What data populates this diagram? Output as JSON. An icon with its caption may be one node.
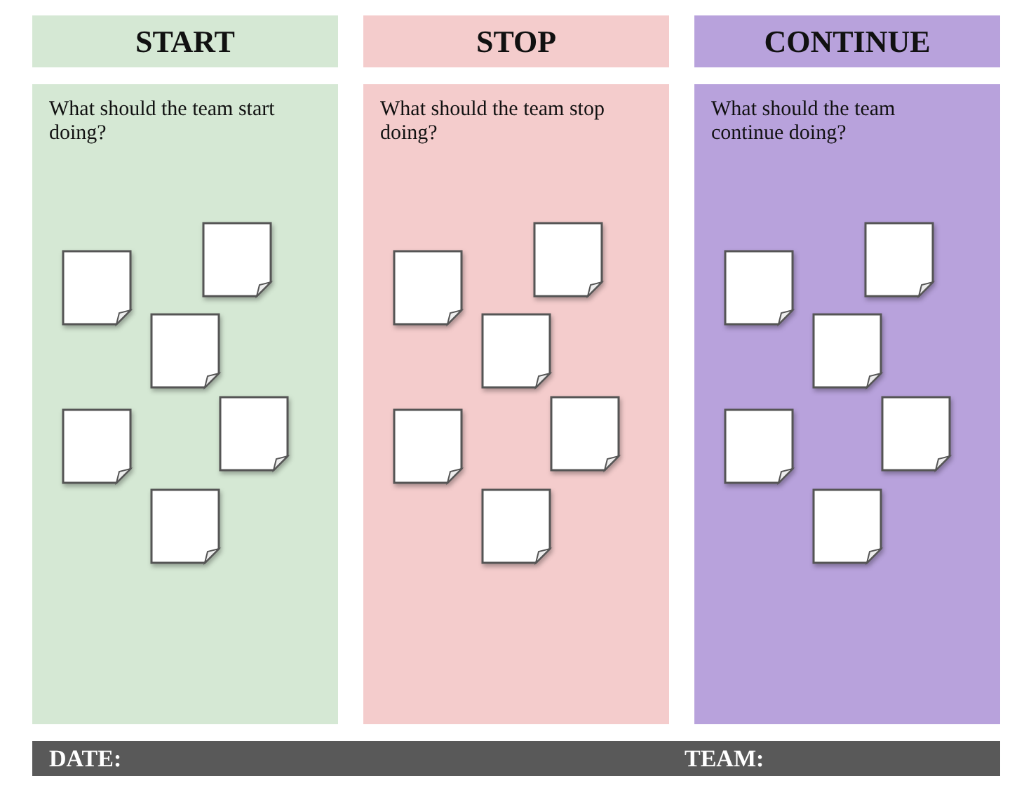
{
  "diagram": {
    "nodes": [
      {
        "text": [
          "START"
        ]
      },
      {
        "text": [
          "STOP"
        ]
      },
      {
        "text": [
          "CONTINUE"
        ]
      },
      {
        "text": [
          "What should the team start doing?"
        ]
      },
      {
        "text": [],
        "shape": "box",
        "in": 3
      },
      {
        "text": [],
        "shape": "box",
        "in": 3
      },
      {
        "text": [],
        "shape": "box",
        "in": 3
      },
      {
        "text": [],
        "shape": "box",
        "in": 3
      },
      {
        "text": [],
        "shape": "box",
        "in": 3
      },
      {
        "text": [],
        "shape": "box",
        "in": 3
      },
      {
        "text": [
          "What should the team stop doing?"
        ]
      },
      {
        "text": [],
        "shape": "box",
        "in": 10
      },
      {
        "text": [],
        "shape": "box",
        "in": 10
      },
      {
        "text": [],
        "shape": "box",
        "in": 10
      },
      {
        "text": [],
        "shape": "box",
        "in": 10
      },
      {
        "text": [],
        "shape": "box",
        "in": 10
      },
      {
        "text": [],
        "shape": "box",
        "in": 10
      },
      {
        "text": [
          "What should the team continue doing?"
        ]
      },
      {
        "text": [],
        "shape": "box",
        "in": 17
      },
      {
        "text": [],
        "shape": "box",
        "in": 17
      },
      {
        "text": [],
        "shape": "box",
        "in": 17
      },
      {
        "text": [],
        "shape": "box",
        "in": 17
      },
      {
        "text": [],
        "shape": "box",
        "in": 17
      },
      {
        "text": [],
        "shape": "box",
        "in": 17
      },
      {
        "text": [
          "DATE:",
          "TEAM:"
        ]
      }
    ]
  }
}
